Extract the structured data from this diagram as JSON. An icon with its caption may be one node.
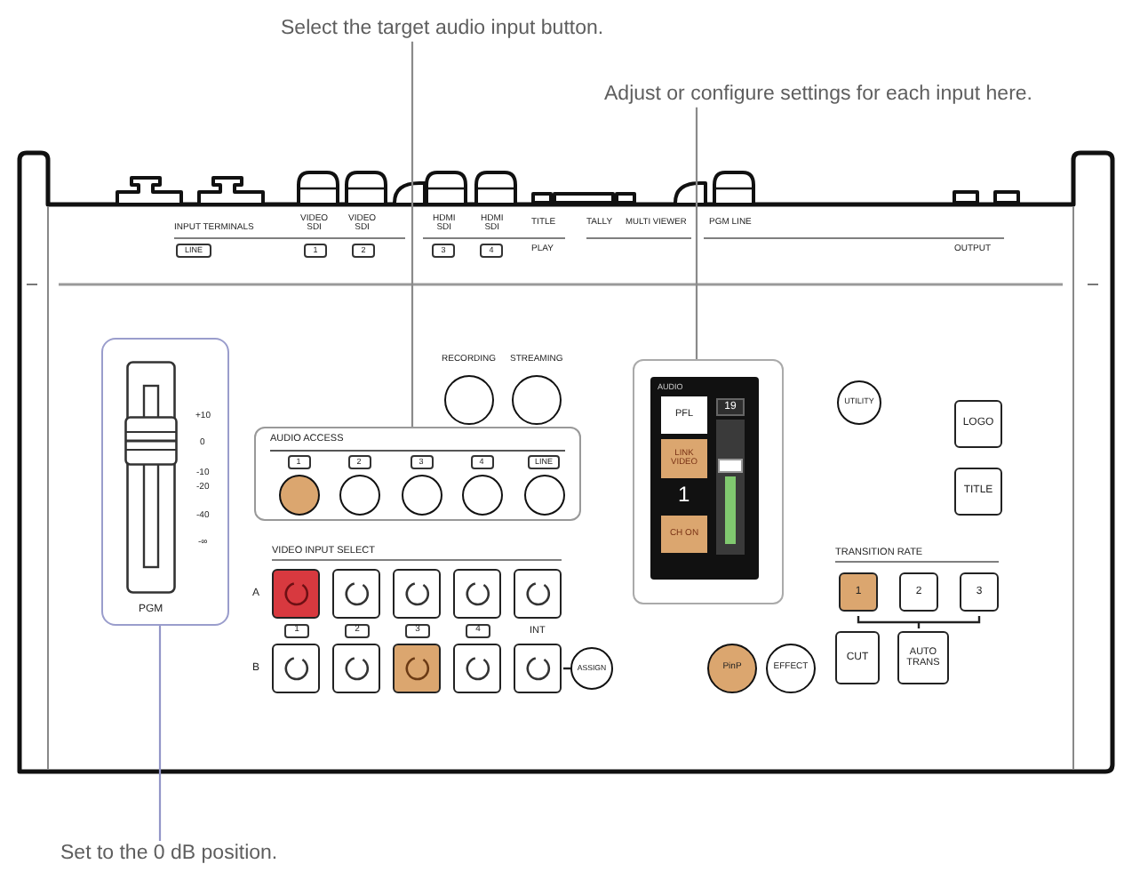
{
  "diagram": {
    "nodes": [
      {
        "text": [
          "Select the target audio input button."
        ]
      },
      {
        "text": [
          "Adjust or configure settings for each input here."
        ]
      },
      {
        "text": [
          "+10",
          "0",
          "-10",
          "-20",
          "-40",
          "-∞",
          "PGM"
        ]
      },
      {
        "text": [
          "AUDIO",
          "PFL",
          "19",
          "LINK VIDEO",
          "1",
          "CH ON"
        ]
      },
      {
        "text": [
          "AUDIO ACCESS",
          "1",
          "2",
          "3",
          "4",
          "LINE"
        ]
      },
      {
        "text": [
          "Set to the 0 dB position."
        ]
      }
    ],
    "edges": [
      {
        "from": 0,
        "to": 4,
        "arrow": "none"
      },
      {
        "from": 1,
        "to": 3,
        "arrow": "none"
      },
      {
        "from": 5,
        "to": 2,
        "arrow": "none",
        "color": "#9396c8"
      }
    ],
    "labels": [
      "INPUT TERMINALS",
      "VIDEO SDI",
      "VIDEO SDI",
      "HDMI SDI",
      "HDMI SDI",
      "TITLE",
      "TALLY",
      "MULTI VIEWER",
      "PGM LINE",
      "LINE",
      "1",
      "2",
      "3",
      "4",
      "PLAY",
      "OUTPUT",
      "RECORDING",
      "STREAMING",
      "UTILITY",
      "LOGO",
      "TITLE",
      "VIDEO INPUT SELECT",
      "TRANSITION RATE",
      "A",
      "1",
      "2",
      "3",
      "1",
      "2",
      "3",
      "4",
      "INT",
      "B",
      "ASSIGN",
      "PinP",
      "EFFECT",
      "CUT",
      "AUTO TRANS"
    ]
  }
}
